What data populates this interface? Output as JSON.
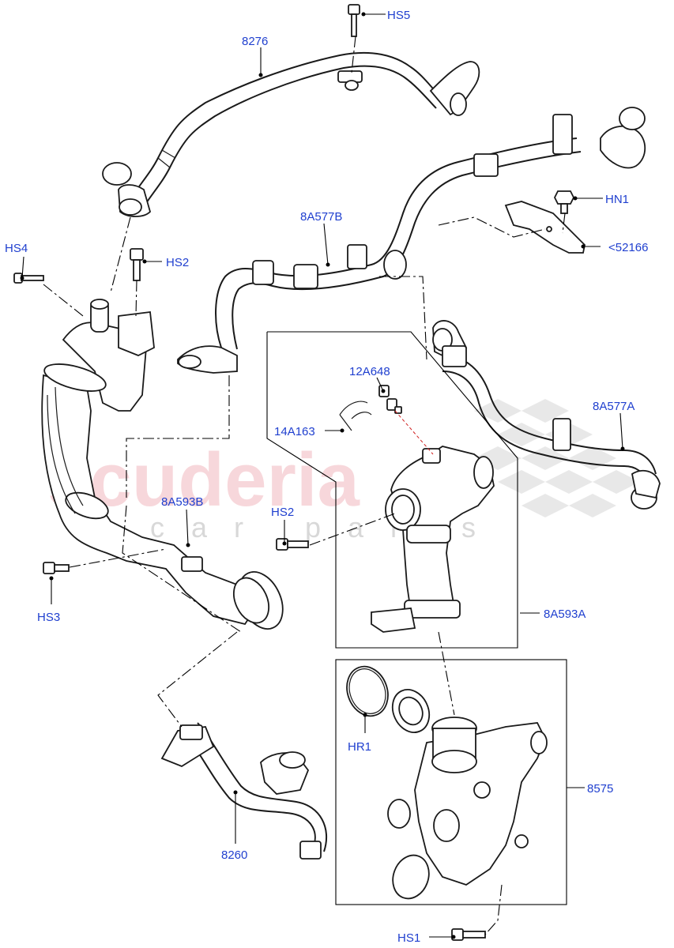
{
  "watermark": {
    "title": "scuderia",
    "subtitle": "car parts"
  },
  "callouts": {
    "hs5": "HS5",
    "p8276": "8276",
    "hn1": "HN1",
    "p52166": "<52166",
    "p8a577b": "8A577B",
    "hs4": "HS4",
    "hs2_top": "HS2",
    "p12a648": "12A648",
    "p14a163": "14A163",
    "p8a577a": "8A577A",
    "p8a593b": "8A593B",
    "hs2_mid": "HS2",
    "hs3": "HS3",
    "p8a593a": "8A593A",
    "hr1": "HR1",
    "p8575": "8575",
    "p8260": "8260",
    "hs1": "HS1"
  }
}
